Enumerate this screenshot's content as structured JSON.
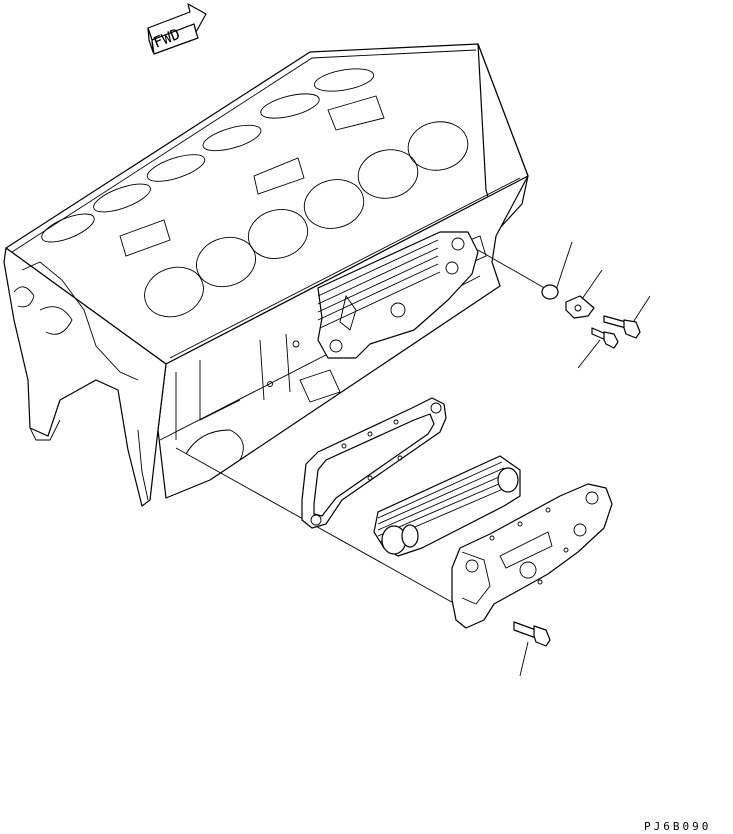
{
  "fwd_label": "FWD",
  "drawing_code": "PJ6B090",
  "parts": [
    {
      "name": "engine-block"
    },
    {
      "name": "oil-cooler-core-installed"
    },
    {
      "name": "plug"
    },
    {
      "name": "cover-plate"
    },
    {
      "name": "bolt-upper"
    },
    {
      "name": "bolt-lower"
    },
    {
      "name": "gasket"
    },
    {
      "name": "oil-cooler-core"
    },
    {
      "name": "oil-cooler-cover"
    },
    {
      "name": "bolt-cover"
    }
  ]
}
